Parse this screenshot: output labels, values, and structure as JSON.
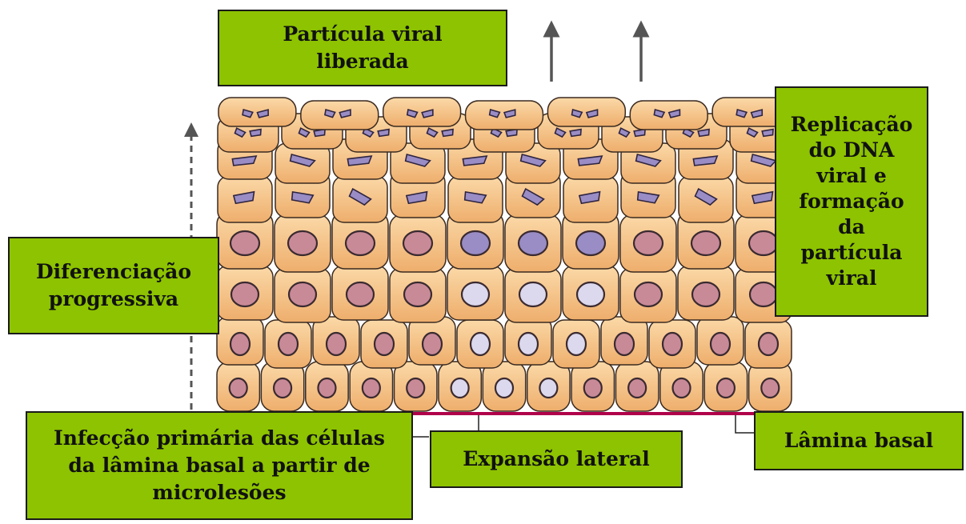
{
  "labels": {
    "released": [
      "Partícula viral",
      "liberada"
    ],
    "replication": [
      "Replicação",
      "do DNA",
      "viral e",
      "formação",
      "da",
      "partícula",
      "viral"
    ],
    "differentiation": [
      "Diferenciação",
      "progressiva"
    ],
    "infection": [
      "Infecção primária das células",
      "da lâmina basal a partir de",
      "microlesões"
    ],
    "expansion": "Expansão lateral",
    "basal_lamina": "Lâmina basal"
  },
  "colors": {
    "label_box": "#8dc300",
    "cell_fill": "#f6c58c",
    "cell_stroke": "#3a2a20",
    "nucleus_pink": "#c98a98",
    "nucleus_purple": "#9a8cc4",
    "nucleus_pale": "#dcd8ee",
    "basal_lamina_line": "#b0004a"
  }
}
